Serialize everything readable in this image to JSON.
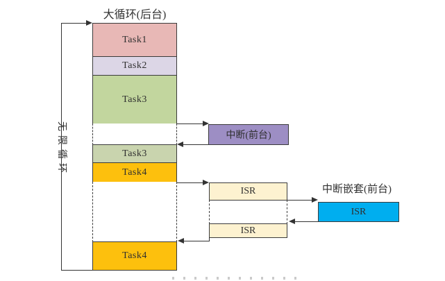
{
  "title": "大循环(后台)",
  "left_bracket_label": "无限循环",
  "stack": {
    "blocks": [
      {
        "label": "Task1",
        "color": "#e8b8b6"
      },
      {
        "label": "Task2",
        "color": "#dcd6e6"
      },
      {
        "label": "Task3",
        "color": "#c2d69e"
      },
      {
        "label": "Task3",
        "color": "#c9d4ae"
      },
      {
        "label": "Task4",
        "color": "#fdc00d"
      },
      {
        "label": "Task4",
        "color": "#fdc00d"
      }
    ]
  },
  "interrupt_block": {
    "label": "中断(前台)",
    "color": "#9d8ec4"
  },
  "isr_blocks": [
    {
      "label": "ISR",
      "color": "#fdf2d0"
    },
    {
      "label": "ISR",
      "color": "#fdf2d0"
    }
  ],
  "nested": {
    "title": "中断嵌套(前台)",
    "label": "ISR",
    "color": "#00aeef"
  },
  "colors": {
    "line": "#333333",
    "border": "#3a3a3a"
  }
}
